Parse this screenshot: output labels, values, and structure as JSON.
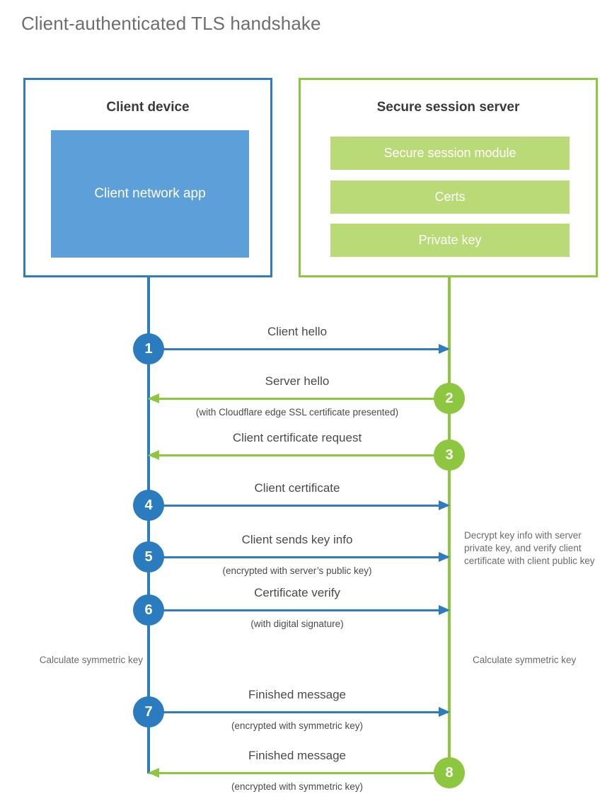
{
  "title": "Client-authenticated TLS handshake",
  "colors": {
    "client_accent": "#2e7cbf",
    "client_fill": "#5d9fd8",
    "server_accent": "#8dc63f",
    "server_fill": "#bada77",
    "text": "#4a4a4a",
    "title_text": "#6e6e6e"
  },
  "client": {
    "title": "Client device",
    "app_label": "Client network app"
  },
  "server": {
    "title": "Secure session server",
    "components": [
      "Secure session module",
      "Certs",
      "Private key"
    ]
  },
  "steps": [
    {
      "number": "1",
      "direction": "to-server",
      "label": "Client hello",
      "sublabel": ""
    },
    {
      "number": "2",
      "direction": "to-client",
      "label": "Server hello",
      "sublabel": "(with Cloudflare edge SSL certificate presented)"
    },
    {
      "number": "3",
      "direction": "to-client",
      "label": "Client certificate request",
      "sublabel": ""
    },
    {
      "number": "4",
      "direction": "to-server",
      "label": "Client certificate",
      "sublabel": ""
    },
    {
      "number": "5",
      "direction": "to-server",
      "label": "Client sends key info",
      "sublabel": "(encrypted with server’s public key)"
    },
    {
      "number": "6",
      "direction": "to-server",
      "label": "Certificate verify",
      "sublabel": "(with digital signature)"
    },
    {
      "number": "7",
      "direction": "to-server",
      "label": "Finished message",
      "sublabel": "(encrypted with symmetric key)"
    },
    {
      "number": "8",
      "direction": "to-client",
      "label": "Finished message",
      "sublabel": "(encrypted with symmetric key)"
    }
  ],
  "notes": {
    "decrypt": "Decrypt key info with server private key, and verify client certificate with client public key",
    "client_symmetric": "Calculate symmetric key",
    "server_symmetric": "Calculate symmetric key"
  }
}
